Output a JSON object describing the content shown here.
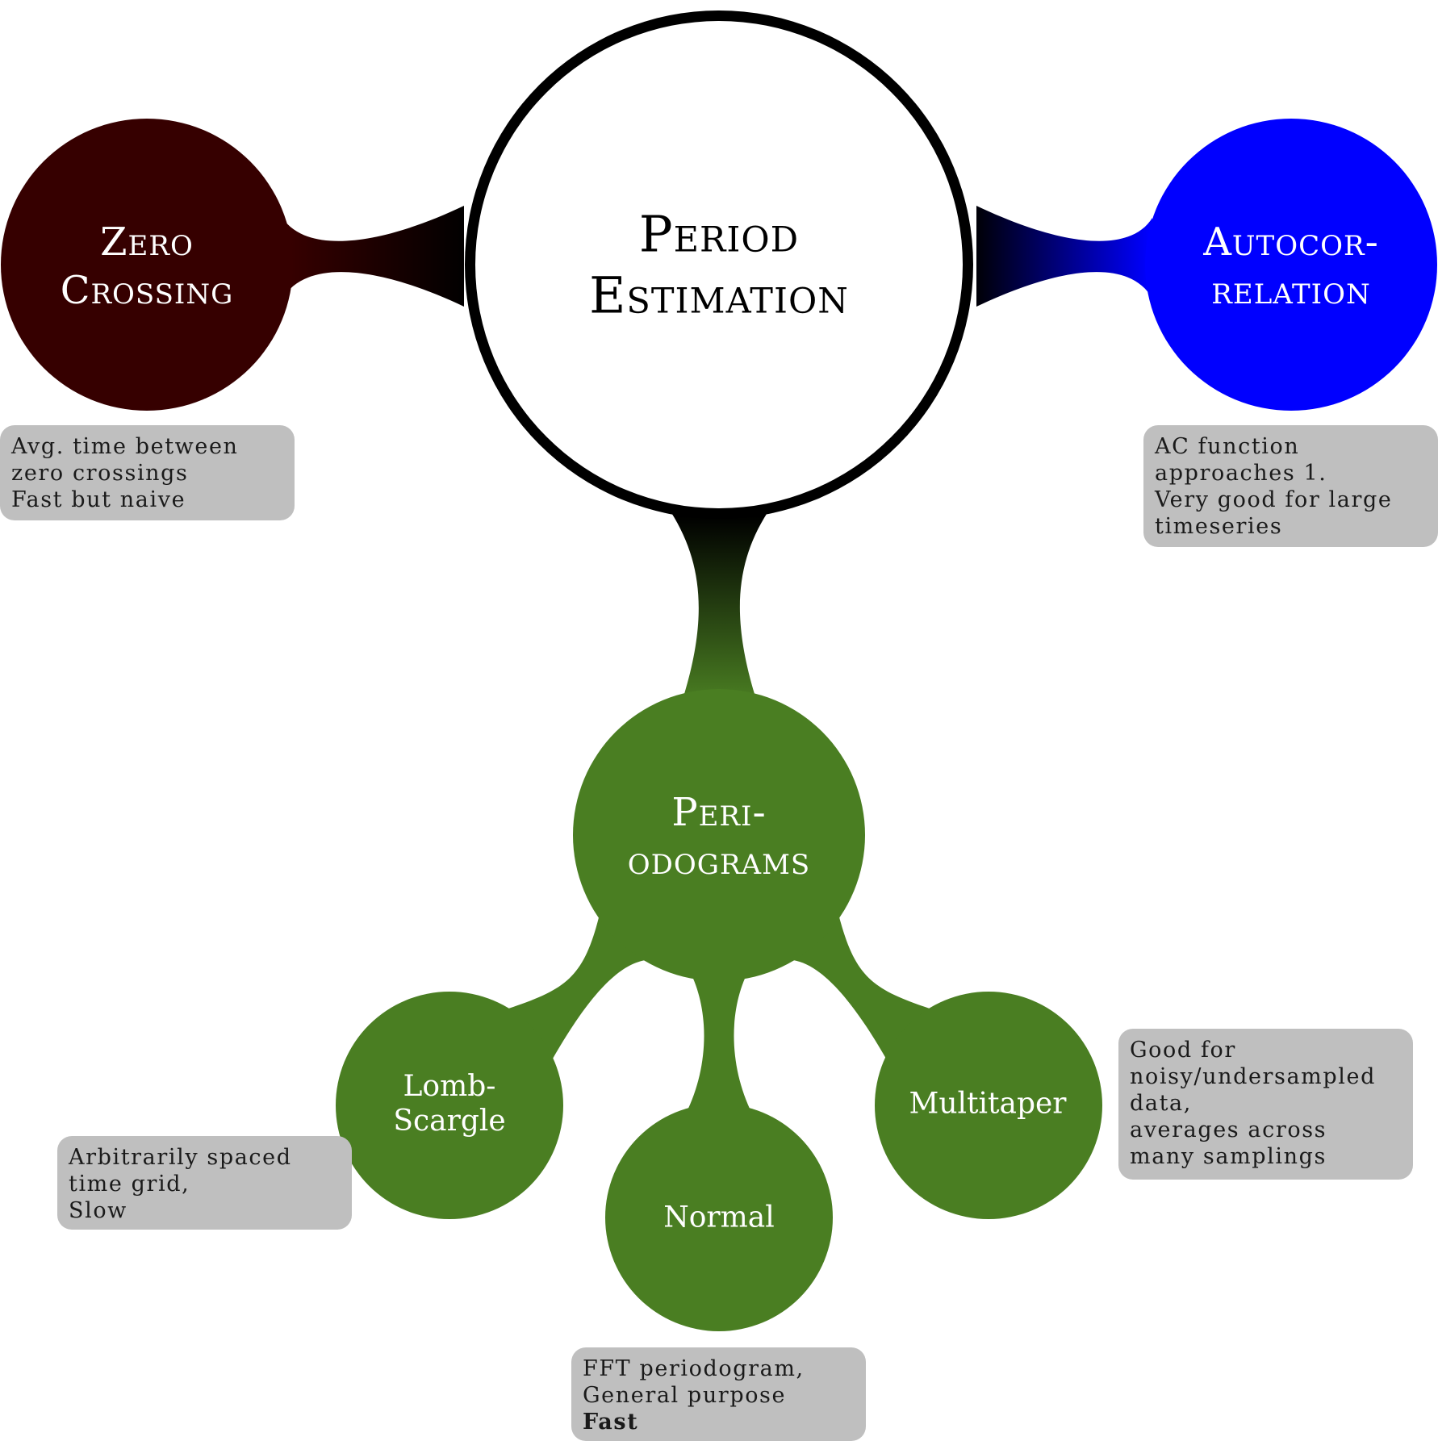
{
  "center": {
    "line1": "Period",
    "line2": "Estimation"
  },
  "zero_crossing": {
    "line1": "Zero",
    "line2": "Crossing",
    "color": "#360000",
    "notes": [
      "Avg. time between",
      "zero crossings",
      "Fast but naive"
    ]
  },
  "autocorrelation": {
    "line1": "Autocor-",
    "line2": "relation",
    "color": "#0000ff",
    "notes": [
      "AC function",
      "approaches 1.",
      "Very good for large",
      "timeseries"
    ]
  },
  "periodograms": {
    "line1": "Peri-",
    "line2": "odograms",
    "color": "#4a7e22",
    "children": {
      "lomb": {
        "line1": "Lomb-",
        "line2": "Scargle",
        "notes": [
          "Arbitrarily spaced",
          "time grid,",
          "Slow"
        ]
      },
      "normal": {
        "label": "Normal",
        "notes": [
          "FFT periodogram,",
          "General purpose",
          "Fast"
        ]
      },
      "multitaper": {
        "label": "Multitaper",
        "notes": [
          "Good for",
          "noisy/undersampled",
          "data,",
          "averages across",
          "many samplings"
        ]
      }
    }
  },
  "colors": {
    "center_ring": "#000000",
    "center_fill": "#ffffff",
    "note_background": "#bfbfbf"
  }
}
